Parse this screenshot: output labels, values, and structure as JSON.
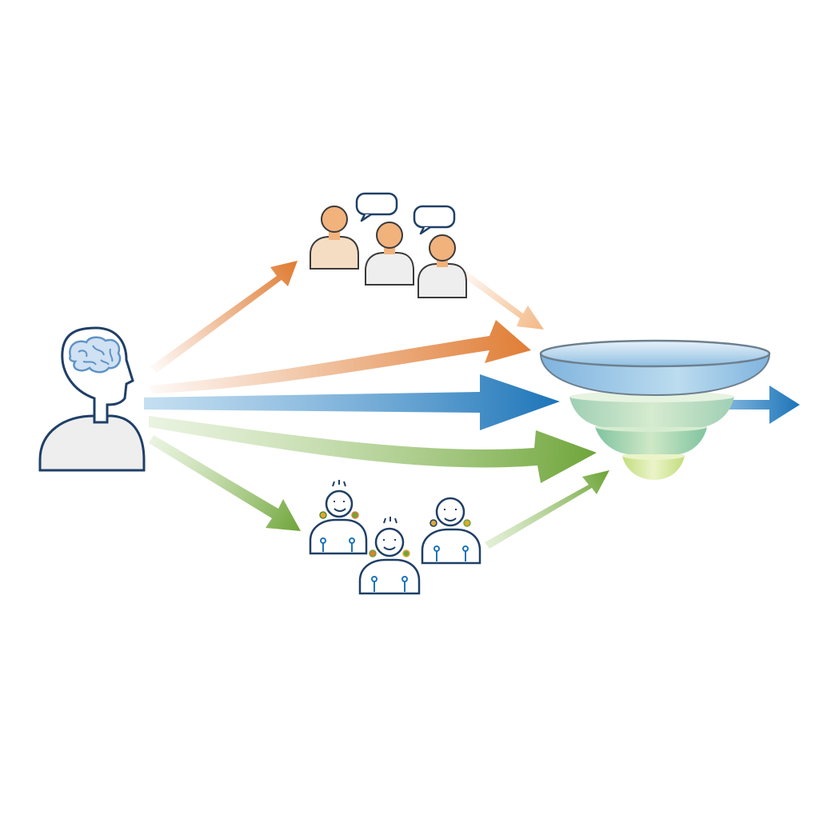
{
  "diagram": {
    "background": "#ffffff",
    "colors": {
      "outline": "#1f3f66",
      "orange": "#e07d35",
      "orange_light": "#f3b885",
      "blue": "#1c74b8",
      "blue_light": "#9ec9e8",
      "green": "#6fa53a",
      "green_light": "#b9d89a",
      "skin": "#f1b27c",
      "shirt_light": "#eeeeee",
      "shirt_warm": "#f5ddc3",
      "brain": "#5f93c6",
      "funnel_top": "#a9cfe8",
      "funnel_mid": "#b6dbb4",
      "funnel_low": "#8fcda5",
      "funnel_tip": "#cde59a"
    },
    "nodes": [
      {
        "id": "thinker",
        "icon": "person-brain-icon"
      },
      {
        "id": "group-humans",
        "icon": "people-chat-icon",
        "members": 3
      },
      {
        "id": "group-robots",
        "icon": "robot-group-icon",
        "members": 3
      },
      {
        "id": "funnel",
        "icon": "funnel-icon",
        "layers": 4
      }
    ],
    "edges": [
      {
        "from": "thinker",
        "to": "group-humans",
        "color": "orange"
      },
      {
        "from": "group-humans",
        "to": "funnel",
        "color": "orange_light"
      },
      {
        "from": "thinker",
        "to": "funnel",
        "color": "orange"
      },
      {
        "from": "thinker",
        "to": "funnel",
        "color": "blue"
      },
      {
        "from": "thinker",
        "to": "funnel",
        "color": "green"
      },
      {
        "from": "thinker",
        "to": "group-robots",
        "color": "green"
      },
      {
        "from": "group-robots",
        "to": "funnel",
        "color": "green"
      },
      {
        "from": "funnel",
        "to": "output",
        "color": "blue"
      }
    ]
  }
}
